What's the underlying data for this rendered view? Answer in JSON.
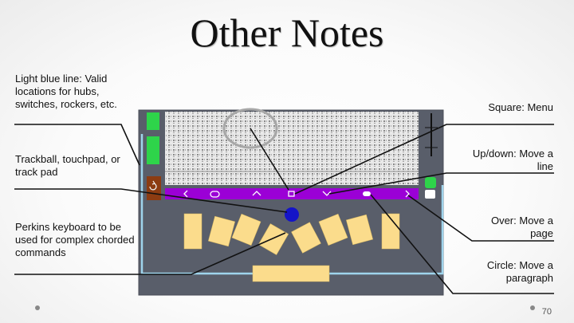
{
  "title": "Other Notes",
  "notes_left": {
    "light_blue_line": "Light blue line: Valid locations for hubs, switches, rockers, etc.",
    "trackball": "Trackball, touchpad, or track pad",
    "perkins": "Perkins keyboard to be used for complex chorded commands"
  },
  "notes_right": {
    "square": "Square: Menu",
    "updown": "Up/down: Move a line",
    "over": "Over: Move a page",
    "circle": "Circle: Move a paragraph"
  },
  "page_number": "70",
  "colors": {
    "device_gray": "#595e6a",
    "braille_area": "#e9e9e9",
    "button_bar": "#9b00d6",
    "valid_line": "#9fd4ec",
    "green_key": "#2ed44a",
    "trackball": "#1414c8",
    "key_fill": "#fbdc8c",
    "brown_key": "#8c3c12"
  }
}
